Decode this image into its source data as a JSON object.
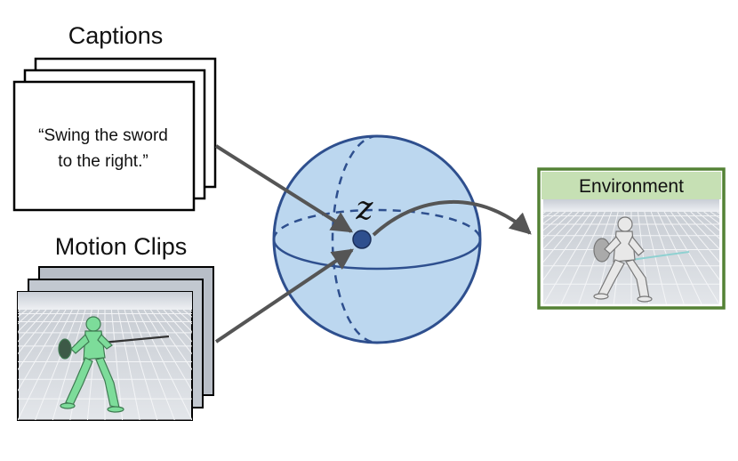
{
  "captions": {
    "heading": "Captions",
    "quote_line1": "“Swing the sword",
    "quote_line2": "to the right.”"
  },
  "motion": {
    "heading": "Motion Clips"
  },
  "latent": {
    "symbol": "z"
  },
  "environment": {
    "label": "Environment"
  },
  "colors": {
    "sphere_fill": "#bcd7ef",
    "sphere_stroke": "#2e4f8e",
    "latent_point": "#2e4f8e",
    "env_border": "#548235",
    "env_header": "#c6e0b4",
    "arrow": "#555555",
    "character_green": "#7ddc9a",
    "character_white": "#e8e8e8"
  },
  "icons": {
    "caption_stack": "stacked-pages-icon",
    "motion_stack": "stacked-frames-icon",
    "character": "humanoid-sword-icon"
  }
}
